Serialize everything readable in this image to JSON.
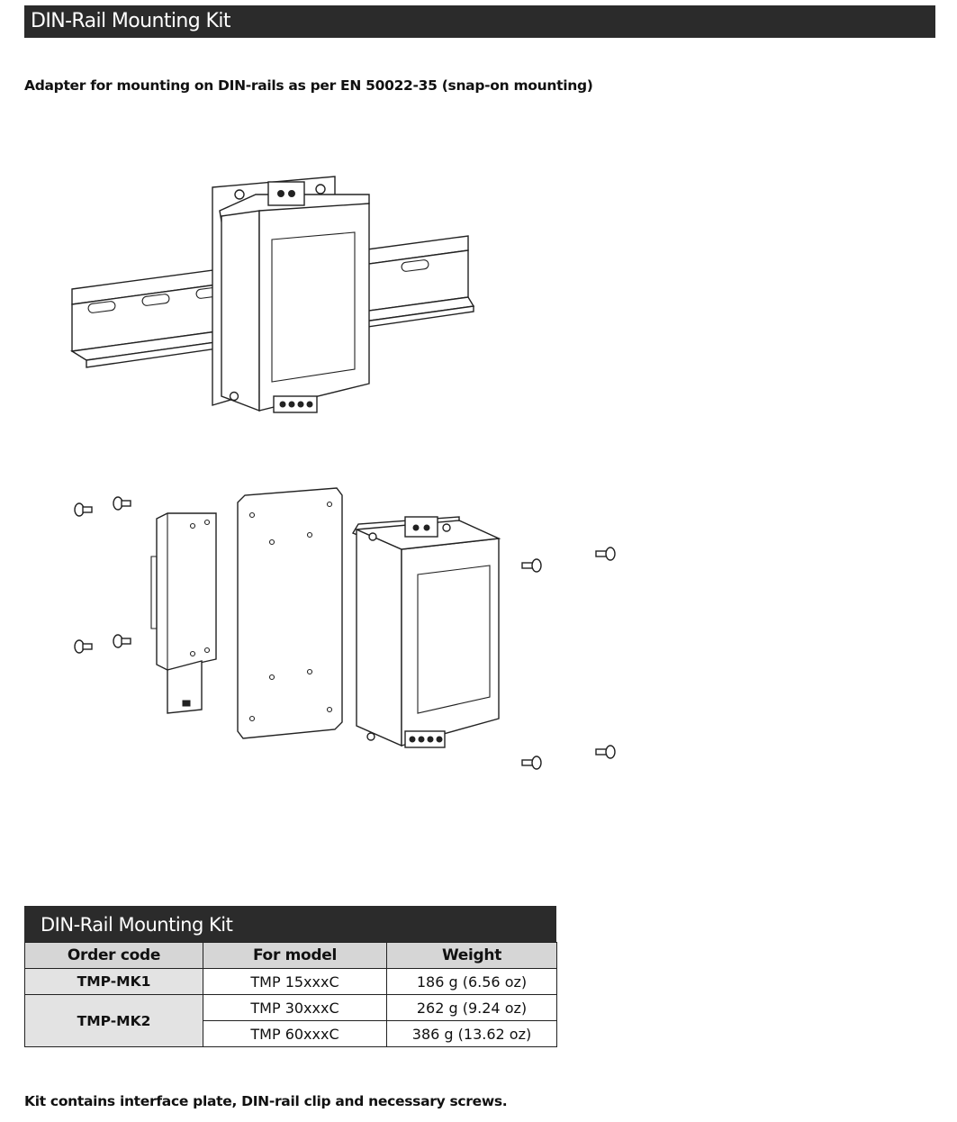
{
  "header": {
    "title": "DIN-Rail Mounting Kit"
  },
  "subtitle": "Adapter for mounting on DIN-rails as per EN 50022-35 (snap-on mounting)",
  "table": {
    "title": "DIN-Rail Mounting Kit",
    "columns": [
      "Order code",
      "For model",
      "Weight"
    ],
    "rows": [
      {
        "code": "TMP-MK1",
        "models": [
          {
            "model": "TMP 15xxxC",
            "weight": "186 g (6.56 oz)"
          }
        ]
      },
      {
        "code": "TMP-MK2",
        "models": [
          {
            "model": "TMP 30xxxC",
            "weight": "262 g (9.24 oz)"
          },
          {
            "model": "TMP 60xxxC",
            "weight": "386 g (13.62 oz)"
          }
        ]
      }
    ]
  },
  "footnote": "Kit contains interface plate, DIN-rail clip and necessary screws."
}
